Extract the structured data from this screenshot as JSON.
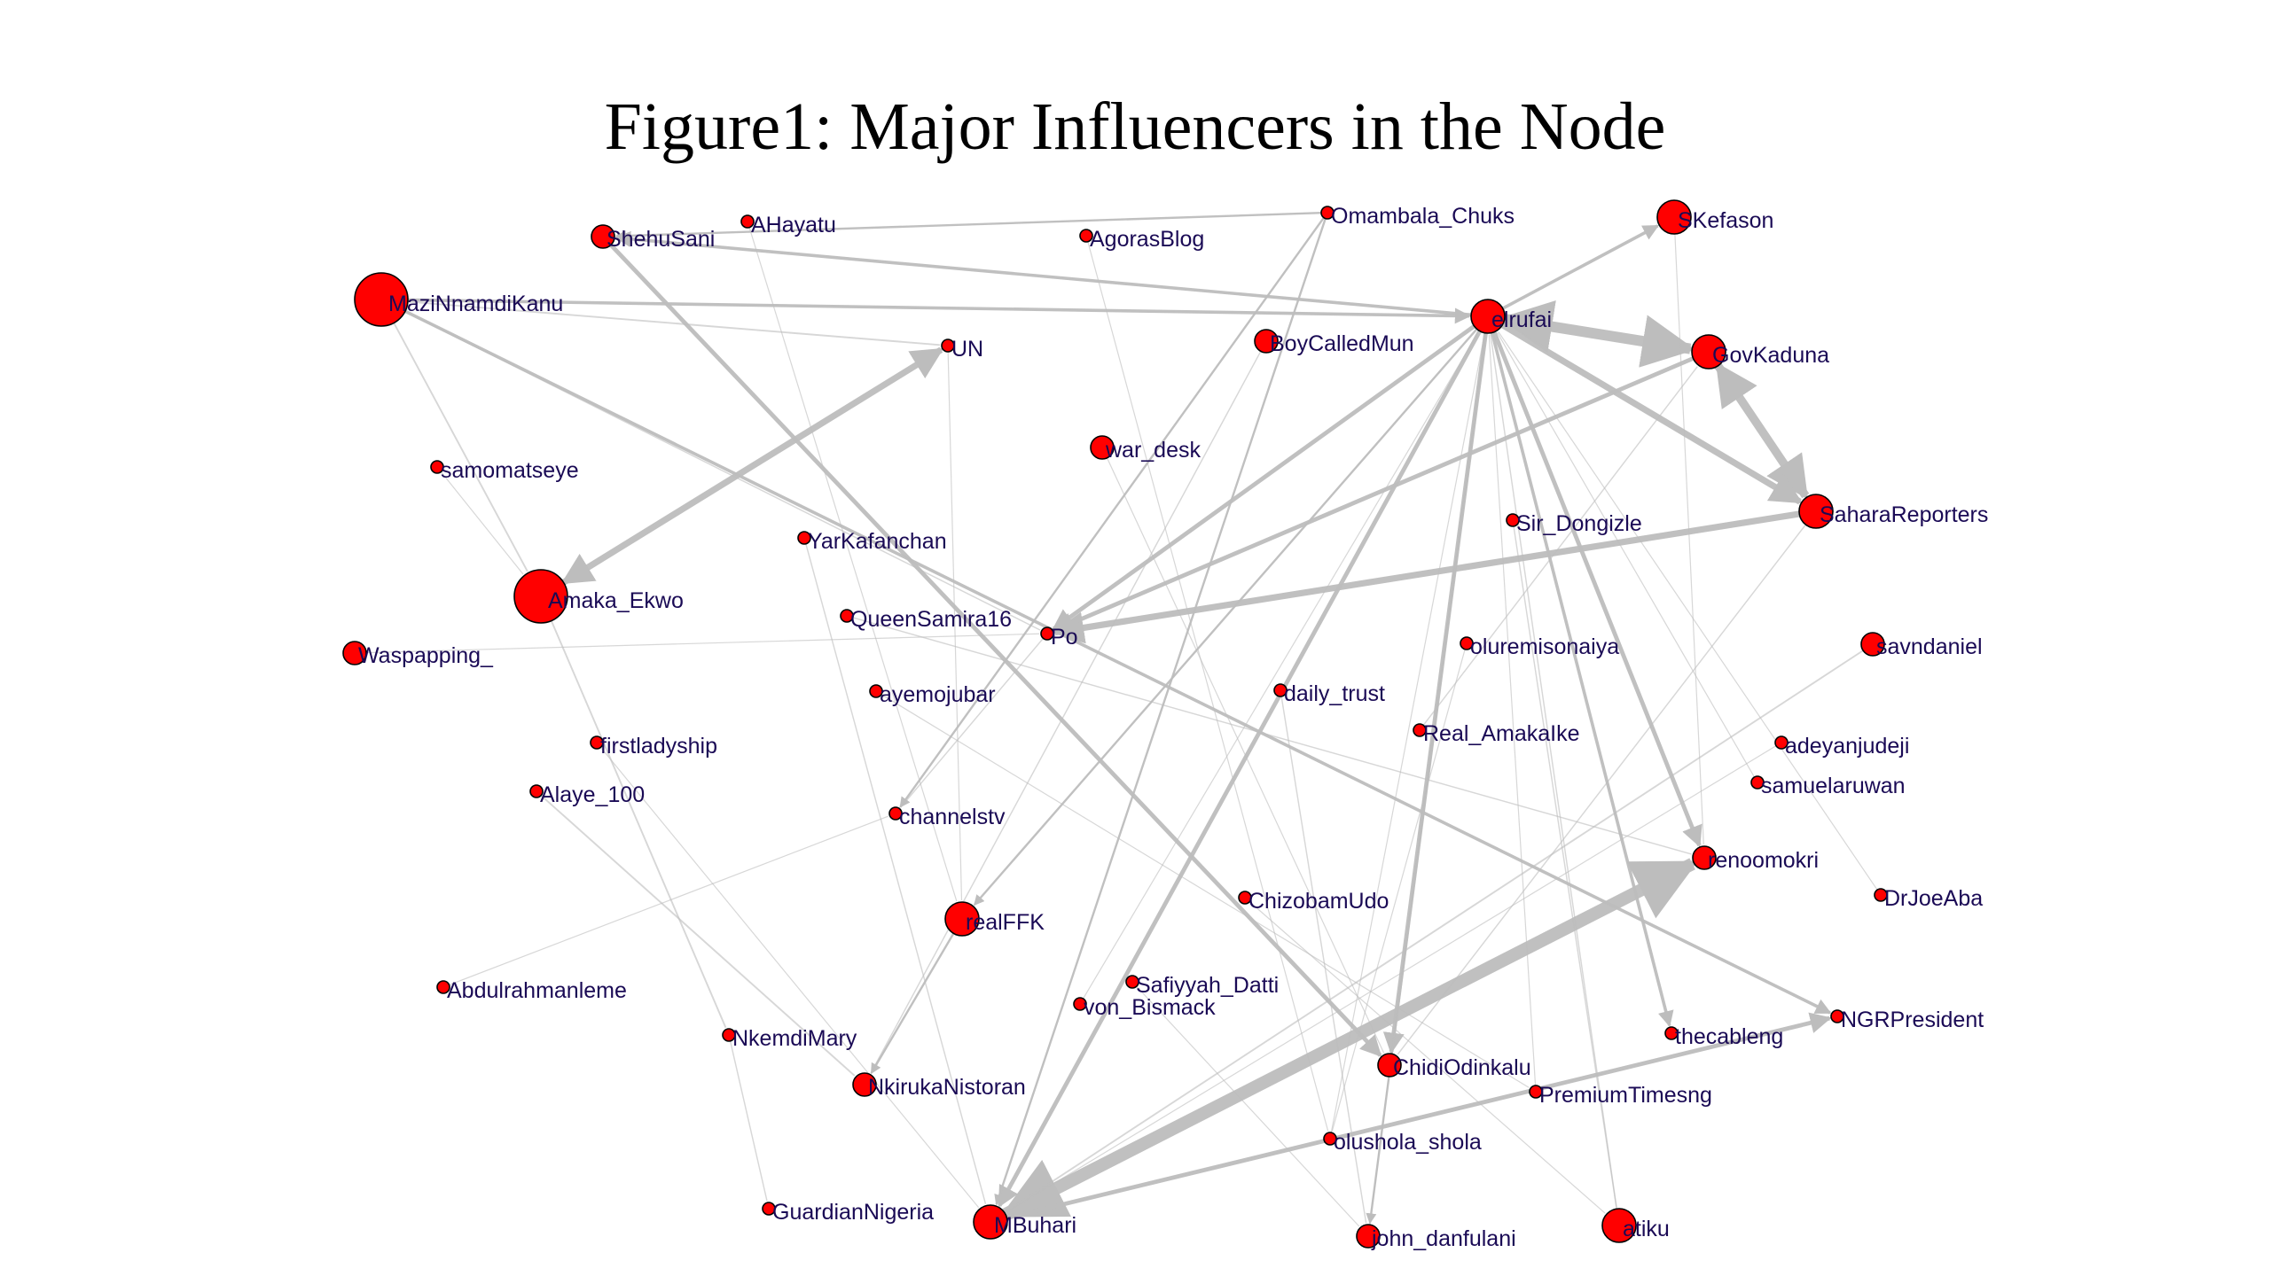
{
  "title": "Figure1: Major Influencers in the Node",
  "colors": {
    "node_fill": "#ff0000",
    "node_stroke": "#000000",
    "edge": "#bdbdbd",
    "label": "#1a0a55",
    "title": "#000000"
  },
  "nodes": [
    {
      "id": "MaziNnamdiKanu",
      "label": "MaziNnamdiKanu",
      "size": "large"
    },
    {
      "id": "ShehuSani",
      "label": "ShehuSani",
      "size": "small"
    },
    {
      "id": "AHayatu",
      "label": "AHayatu",
      "size": "tiny"
    },
    {
      "id": "AgorasBlog",
      "label": "AgorasBlog",
      "size": "tiny"
    },
    {
      "id": "Omambala_Chuks",
      "label": "Omambala_Chuks",
      "size": "tiny"
    },
    {
      "id": "SKefason",
      "label": "SKefason",
      "size": "medium"
    },
    {
      "id": "elrufai",
      "label": "elrufai",
      "size": "medium"
    },
    {
      "id": "GovKaduna",
      "label": "GovKaduna",
      "size": "medium"
    },
    {
      "id": "UN",
      "label": "UN",
      "size": "tiny"
    },
    {
      "id": "BoyCalledMun",
      "label": "BoyCalledMun",
      "size": "small"
    },
    {
      "id": "war_desk",
      "label": "war_desk",
      "size": "small"
    },
    {
      "id": "samomatseye",
      "label": "samomatseye",
      "size": "tiny"
    },
    {
      "id": "Sir_Dongizle",
      "label": "Sir_Dongizle",
      "size": "tiny"
    },
    {
      "id": "SaharaReporters",
      "label": "SaharaReporters",
      "size": "medium"
    },
    {
      "id": "YarKafanchan",
      "label": "YarKafanchan",
      "size": "tiny"
    },
    {
      "id": "Amaka_Ekwo",
      "label": "Amaka_Ekwo",
      "size": "large"
    },
    {
      "id": "QueenSamira16",
      "label": "QueenSamira16",
      "size": "tiny"
    },
    {
      "id": "Po",
      "label": "Po",
      "size": "tiny"
    },
    {
      "id": "oluremisonaiya",
      "label": "oluremisonaiya",
      "size": "tiny"
    },
    {
      "id": "savndaniel",
      "label": "savndaniel",
      "size": "small"
    },
    {
      "id": "Waspapping_",
      "label": "Waspapping_",
      "size": "small"
    },
    {
      "id": "ayemojubar",
      "label": "ayemojubar",
      "size": "tiny"
    },
    {
      "id": "daily_trust",
      "label": "daily_trust",
      "size": "tiny"
    },
    {
      "id": "Real_AmakaIke",
      "label": "Real_AmakaIke",
      "size": "tiny"
    },
    {
      "id": "firstladyship",
      "label": "firstladyship",
      "size": "tiny"
    },
    {
      "id": "adeyanjudeji",
      "label": "adeyanjudeji",
      "size": "tiny"
    },
    {
      "id": "samuelaruwan",
      "label": "samuelaruwan",
      "size": "tiny"
    },
    {
      "id": "Alaye_100",
      "label": "Alaye_100",
      "size": "tiny"
    },
    {
      "id": "channelstv",
      "label": "channelstv",
      "size": "tiny"
    },
    {
      "id": "renoomokri",
      "label": "renoomokri",
      "size": "small"
    },
    {
      "id": "DrJoeAba",
      "label": "DrJoeAba",
      "size": "tiny"
    },
    {
      "id": "ChizobamUdo",
      "label": "ChizobamUdo",
      "size": "tiny"
    },
    {
      "id": "realFFK",
      "label": "realFFK",
      "size": "medium"
    },
    {
      "id": "Abdulrahmanleme",
      "label": "Abdulrahmanleme",
      "size": "tiny"
    },
    {
      "id": "Safiyyah_Datti",
      "label": "Safiyyah_Datti",
      "size": "tiny"
    },
    {
      "id": "von_Bismack",
      "label": "von_Bismack",
      "size": "tiny"
    },
    {
      "id": "NGRPresident",
      "label": "NGRPresident",
      "size": "tiny"
    },
    {
      "id": "NkemdiMary",
      "label": "NkemdiMary",
      "size": "tiny"
    },
    {
      "id": "thecableng",
      "label": "thecableng",
      "size": "tiny"
    },
    {
      "id": "ChidiOdinkalu",
      "label": "ChidiOdinkalu",
      "size": "small"
    },
    {
      "id": "NkirukaNistoran",
      "label": "NkirukaNistoran",
      "size": "small"
    },
    {
      "id": "PremiumTimesng",
      "label": "PremiumTimesng",
      "size": "tiny"
    },
    {
      "id": "olushola_shola",
      "label": "olushola_shola",
      "size": "tiny"
    },
    {
      "id": "GuardianNigeria",
      "label": "GuardianNigeria",
      "size": "tiny"
    },
    {
      "id": "MBuhari",
      "label": "MBuhari",
      "size": "medium"
    },
    {
      "id": "john_danfulani",
      "label": "john_danfulani",
      "size": "small"
    },
    {
      "id": "atiku",
      "label": "atiku",
      "size": "medium"
    }
  ],
  "edges": [
    {
      "from": "elrufai",
      "to": "GovKaduna",
      "weight": 5,
      "bidirectional": true
    },
    {
      "from": "GovKaduna",
      "to": "SaharaReporters",
      "weight": 4,
      "bidirectional": true
    },
    {
      "from": "elrufai",
      "to": "SaharaReporters",
      "weight": 3
    },
    {
      "from": "MBuhari",
      "to": "renoomokri",
      "weight": 6,
      "bidirectional": true
    },
    {
      "from": "Amaka_Ekwo",
      "to": "UN",
      "weight": 3,
      "bidirectional": true
    },
    {
      "from": "SaharaReporters",
      "to": "Po",
      "weight": 3
    },
    {
      "from": "GovKaduna",
      "to": "Po",
      "weight": 2
    },
    {
      "from": "elrufai",
      "to": "Po",
      "weight": 2
    },
    {
      "from": "elrufai",
      "to": "SKefason",
      "weight": 1.5
    },
    {
      "from": "MaziNnamdiKanu",
      "to": "elrufai",
      "weight": 1.5
    },
    {
      "from": "elrufai",
      "to": "ShehuSani",
      "weight": 1.5
    },
    {
      "from": "elrufai",
      "to": "MBuhari",
      "weight": 2
    },
    {
      "from": "elrufai",
      "to": "ChidiOdinkalu",
      "weight": 2
    },
    {
      "from": "elrufai",
      "to": "renoomokri",
      "weight": 2
    },
    {
      "from": "elrufai",
      "to": "thecableng",
      "weight": 1.5
    },
    {
      "from": "elrufai",
      "to": "john_danfulani",
      "weight": 1
    },
    {
      "from": "elrufai",
      "to": "realFFK",
      "weight": 1
    },
    {
      "from": "ShehuSani",
      "to": "ChidiOdinkalu",
      "weight": 2
    },
    {
      "from": "MaziNnamdiKanu",
      "to": "NGRPresident",
      "weight": 1.5
    },
    {
      "from": "MBuhari",
      "to": "NGRPresident",
      "weight": 2
    },
    {
      "from": "realFFK",
      "to": "NkirukaNistoran",
      "weight": 1
    },
    {
      "from": "Omambala_Chuks",
      "to": "channelstv",
      "weight": 1
    },
    {
      "from": "Omambala_Chuks",
      "to": "MBuhari",
      "weight": 1
    },
    {
      "from": "Omambala_Chuks",
      "to": "ShehuSani",
      "weight": 1
    },
    {
      "from": "MaziNnamdiKanu",
      "to": "Amaka_Ekwo",
      "weight": 0.8
    },
    {
      "from": "MaziNnamdiKanu",
      "to": "UN",
      "weight": 0.8
    },
    {
      "from": "Amaka_Ekwo",
      "to": "NkemdiMary",
      "weight": 0.8
    },
    {
      "from": "Alaye_100",
      "to": "NkirukaNistoran",
      "weight": 0.8
    },
    {
      "from": "MaziNnamdiKanu",
      "to": "Po",
      "weight": 0.6
    },
    {
      "from": "savndaniel",
      "to": "MBuhari",
      "weight": 0.8
    },
    {
      "from": "NkemdiMary",
      "to": "GuardianNigeria",
      "weight": 0.6
    },
    {
      "from": "QueenSamira16",
      "to": "renoomokri",
      "weight": 0.6
    },
    {
      "from": "YarKafanchan",
      "to": "MBuhari",
      "weight": 0.6
    },
    {
      "from": "daily_trust",
      "to": "john_danfulani",
      "weight": 0.6
    },
    {
      "from": "Po",
      "to": "channelstv",
      "weight": 0.6
    },
    {
      "from": "war_desk",
      "to": "ChidiOdinkalu",
      "weight": 0.5
    },
    {
      "from": "AgorasBlog",
      "to": "olushola_shola",
      "weight": 0.5
    },
    {
      "from": "BoyCalledMun",
      "to": "NkirukaNistoran",
      "weight": 0.6
    },
    {
      "from": "Sir_Dongizle",
      "to": "atiku",
      "weight": 0.6
    },
    {
      "from": "SaharaReporters",
      "to": "ChidiOdinkalu",
      "weight": 0.6
    },
    {
      "from": "ayemojubar",
      "to": "PremiumTimesng",
      "weight": 0.5
    },
    {
      "from": "oluremisonaiya",
      "to": "olushola_shola",
      "weight": 0.5
    },
    {
      "from": "Real_AmakaIke",
      "to": "GovKaduna",
      "weight": 0.6
    },
    {
      "from": "firstladyship",
      "to": "MBuhari",
      "weight": 0.5
    },
    {
      "from": "ChizobamUdo",
      "to": "atiku",
      "weight": 0.5
    },
    {
      "from": "Safiyyah_Datti",
      "to": "john_danfulani",
      "weight": 0.5
    },
    {
      "from": "von_Bismack",
      "to": "elrufai",
      "weight": 0.5
    },
    {
      "from": "adeyanjudeji",
      "to": "MBuhari",
      "weight": 0.5
    },
    {
      "from": "samuelaruwan",
      "to": "elrufai",
      "weight": 0.5
    },
    {
      "from": "DrJoeAba",
      "to": "elrufai",
      "weight": 0.5
    },
    {
      "from": "PremiumTimesng",
      "to": "elrufai",
      "weight": 0.5
    },
    {
      "from": "Waspapping_",
      "to": "Po",
      "weight": 0.5
    },
    {
      "from": "samomatseye",
      "to": "Amaka_Ekwo",
      "weight": 0.5
    },
    {
      "from": "AHayatu",
      "to": "realFFK",
      "weight": 0.5
    },
    {
      "from": "SKefason",
      "to": "renoomokri",
      "weight": 0.5
    },
    {
      "from": "UN",
      "to": "realFFK",
      "weight": 0.5
    },
    {
      "from": "Abdulrahmanleme",
      "to": "channelstv",
      "weight": 0.4
    },
    {
      "from": "atiku",
      "to": "elrufai",
      "weight": 0.6
    },
    {
      "from": "john_danfulani",
      "to": "elrufai",
      "weight": 0.6
    },
    {
      "from": "olushola_shola",
      "to": "elrufai",
      "weight": 0.5
    }
  ]
}
